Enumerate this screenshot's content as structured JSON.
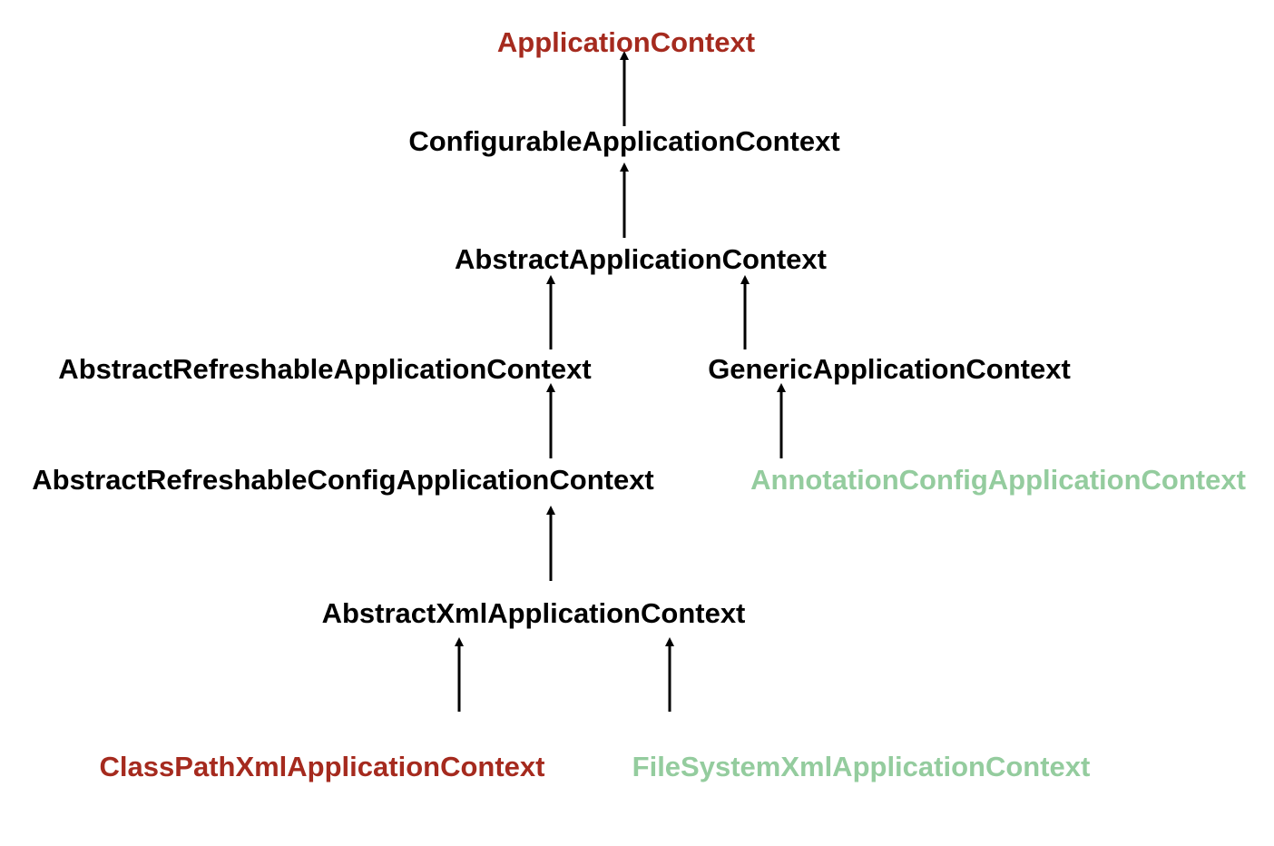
{
  "colors": {
    "default": "#000000",
    "highlight_red": "#a52a1e",
    "highlight_green": "#94cc9e",
    "arrow": "#000000"
  },
  "nodes": {
    "application_context": {
      "label": "ApplicationContext",
      "color": "#a52a1e"
    },
    "configurable_application_context": {
      "label": "ConfigurableApplicationContext",
      "color": "#000000"
    },
    "abstract_application_context": {
      "label": "AbstractApplicationContext",
      "color": "#000000"
    },
    "abstract_refreshable_application_context": {
      "label": "AbstractRefreshableApplicationContext",
      "color": "#000000"
    },
    "generic_application_context": {
      "label": "GenericApplicationContext",
      "color": "#000000"
    },
    "abstract_refreshable_config_application_context": {
      "label": "AbstractRefreshableConfigApplicationContext",
      "color": "#000000"
    },
    "annotation_config_application_context": {
      "label": "AnnotationConfigApplicationContext",
      "color": "#94cc9e"
    },
    "abstract_xml_application_context": {
      "label": "AbstractXmlApplicationContext",
      "color": "#000000"
    },
    "class_path_xml_application_context": {
      "label": "ClassPathXmlApplicationContext",
      "color": "#a52a1e"
    },
    "file_system_xml_application_context": {
      "label": "FileSystemXmlApplicationContext",
      "color": "#94cc9e"
    }
  },
  "edges": [
    {
      "from": "configurable_application_context",
      "to": "application_context"
    },
    {
      "from": "abstract_application_context",
      "to": "configurable_application_context"
    },
    {
      "from": "abstract_refreshable_application_context",
      "to": "abstract_application_context"
    },
    {
      "from": "generic_application_context",
      "to": "abstract_application_context"
    },
    {
      "from": "abstract_refreshable_config_application_context",
      "to": "abstract_refreshable_application_context"
    },
    {
      "from": "annotation_config_application_context",
      "to": "generic_application_context"
    },
    {
      "from": "abstract_xml_application_context",
      "to": "abstract_refreshable_config_application_context"
    },
    {
      "from": "class_path_xml_application_context",
      "to": "abstract_xml_application_context"
    },
    {
      "from": "file_system_xml_application_context",
      "to": "abstract_xml_application_context"
    }
  ]
}
